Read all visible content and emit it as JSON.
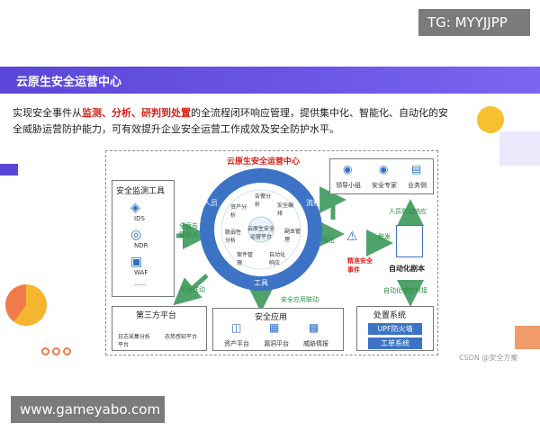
{
  "overlays": {
    "top_right": "TG: MYYJJPP",
    "bottom_left": "www.gameyabo.com"
  },
  "banner": {
    "title": "云原生安全运营中心"
  },
  "intro": {
    "p1": "实现安全事件从",
    "h1": "监测、分析、研判到处置",
    "p2": "的全流程闭环响应管理，提供集中化、智能化、自动化的安",
    "p3": "全威胁运营防护能力，可有效提升企业安全运营工作成效及安全防护水平。"
  },
  "diagram": {
    "monitor_tools": {
      "title": "安全监测工具",
      "items": [
        "IDS",
        "NDR",
        "WAF",
        "......"
      ]
    },
    "center": {
      "top_title": "云原生安全运营中心",
      "core": "云原生安全运营平台",
      "ring_labels": [
        "人员",
        "流程",
        "工具"
      ],
      "inner_items": [
        "资产分析",
        "告警分析",
        "安全编排",
        "脆弱性分析",
        "副本管理",
        "案件管理",
        "自动化响应"
      ]
    },
    "roles": [
      "领导小组",
      "安全专家",
      "业务侧"
    ],
    "flows": {
      "alert_in": "全面告警接入",
      "output": "输出",
      "trigger": "触发",
      "human_link": "人员联动响应",
      "platform_link": "平台联动",
      "app_link": "安全应用联动",
      "auto_dock": "自动化响应对接"
    },
    "accurate_event": "精准安全事件",
    "auto_script": "自动化剧本",
    "third_party": {
      "title": "第三方平台",
      "items": [
        "日志采集分析平台",
        "态势感知平台"
      ]
    },
    "security_apps": {
      "title": "安全应用",
      "items": [
        "资产平台",
        "漏洞平台",
        "威胁情报"
      ]
    },
    "disposal": {
      "title": "处置系统",
      "items": [
        "UPF防火墙",
        "工单系统"
      ]
    }
  },
  "watermark": "CSDN @安全方案",
  "colors": {
    "banner": "#5a46d8",
    "ring": "#3d73c4",
    "highlight": "#d4231a",
    "flow": "#4fa36a"
  }
}
